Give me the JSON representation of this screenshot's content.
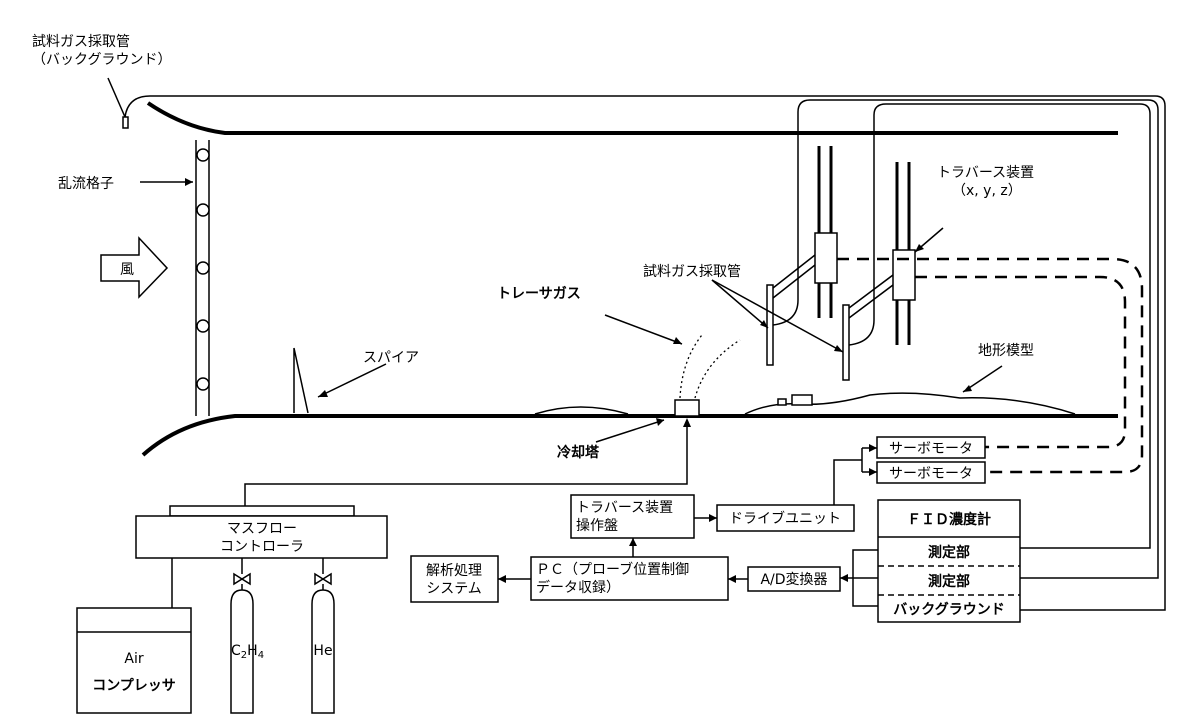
{
  "labels": {
    "sample_tube_background_line1": "試料ガス採取管",
    "sample_tube_background_line2": "（バックグラウンド）",
    "turbulence_grid": "乱流格子",
    "wind": "風",
    "spire": "スパイア",
    "tracer_gas": "トレーサガス",
    "sample_tube": "試料ガス採取管",
    "traverse_device": "トラバース装置",
    "traverse_axes": "（x, y, z）",
    "terrain_model": "地形模型",
    "cooling_tower": "冷却塔"
  },
  "blocks": {
    "massflow_line1": "マスフロー",
    "massflow_line2": "コントローラ",
    "compressor_line1": "Air",
    "compressor_line2": "コンプレッサ",
    "cylinder_c2h4_main": "C",
    "cylinder_c2h4_sub1": "2",
    "cylinder_c2h4_mid": "H",
    "cylinder_c2h4_sub2": "4",
    "cylinder_he": "He",
    "traverse_panel_line1": "トラバース装置",
    "traverse_panel_line2": "操作盤",
    "drive_unit": "ドライブユニット",
    "servo_motor_1": "サーボモータ",
    "servo_motor_2": "サーボモータ",
    "fid_title": "ＦＩＤ濃度計",
    "fid_measure_1": "測定部",
    "fid_measure_2": "測定部",
    "fid_background": "バックグラウンド",
    "ad_converter": "A/D変換器",
    "pc_line1": "ＰＣ（プローブ位置制御",
    "pc_line2": "データ収録）",
    "analysis_line1": "解析処理",
    "analysis_line2": "システム"
  }
}
